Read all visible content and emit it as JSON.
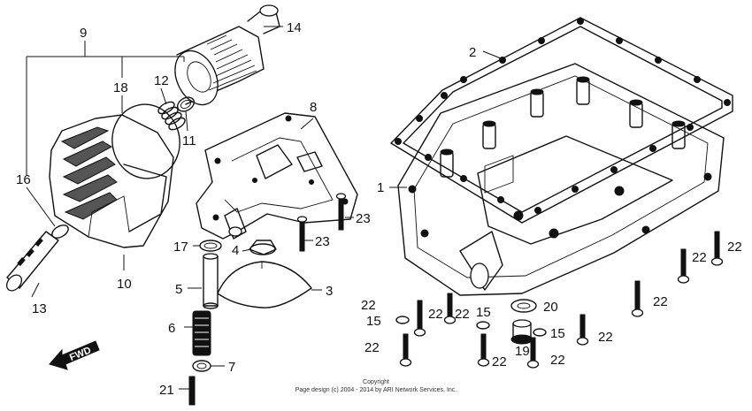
{
  "callouts": {
    "c1": "1",
    "c2": "2",
    "c3": "3",
    "c4": "4",
    "c5": "5",
    "c6": "6",
    "c7": "7",
    "c8": "8",
    "c9": "9",
    "c10": "10",
    "c11": "11",
    "c12": "12",
    "c13": "13",
    "c14": "14",
    "c15a": "15",
    "c15b": "15",
    "c15c": "15",
    "c16": "16",
    "c17": "17",
    "c18": "18",
    "c19": "19",
    "c20": "20",
    "c21": "21",
    "c22a": "22",
    "c22b": "22",
    "c22c": "22",
    "c22d": "22",
    "c22e": "22",
    "c22f": "22",
    "c22g": "22",
    "c22h": "22",
    "c22i": "22",
    "c22j": "22",
    "c23a": "23",
    "c23b": "23"
  },
  "fwd_label": "FWD",
  "copyright": {
    "line1": "Copyright",
    "line2": "Page design (c) 2004 - 2014 by ARI Network Services, Inc."
  },
  "colors": {
    "ink": "#111111",
    "background": "#ffffff"
  }
}
